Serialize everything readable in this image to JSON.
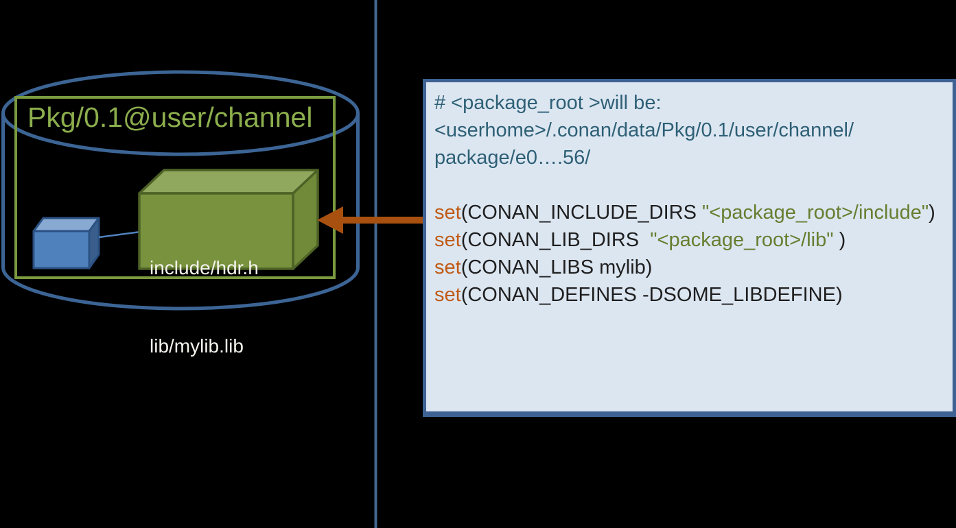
{
  "cylinder": {
    "label": "Pkg/0.1@user/channel"
  },
  "package_box": {
    "line1": "include/hdr.h",
    "line2": "lib/mylib.lib"
  },
  "panel": {
    "comment": [
      "# <package_root >will be:",
      "<userhome>/.conan/data/Pkg/0.1/user/channel/",
      "package/e0….56/"
    ],
    "code": [
      {
        "kw": "set",
        "pre": "(CONAN_INCLUDE_DIRS ",
        "str": "\"<package_root>/include\"",
        "post": ")"
      },
      {
        "kw": "set",
        "pre": "(CONAN_LIB_DIRS  ",
        "str": "\"<package_root>/lib\"",
        "post": " )"
      },
      {
        "kw": "set",
        "pre": "(CONAN_LIBS mylib)",
        "str": "",
        "post": ""
      },
      {
        "kw": "set",
        "pre": "(CONAN_DEFINES -DSOME_LIBDEFINE)",
        "str": "",
        "post": ""
      }
    ]
  },
  "colors": {
    "background": "#000000",
    "cylinder_stroke": "#3c6595",
    "divider_stroke": "#44678f",
    "folder_rect_stroke": "#7a9a3f",
    "title_green": "#8cae4d",
    "green_cube_front": "#79923e",
    "green_cube_top": "#90a75e",
    "green_cube_side": "#708a39",
    "blue_cube_front": "#4f81bd",
    "arrow_orange": "#a8500f",
    "panel_background": "#dce6f1",
    "panel_border": "#3e6294",
    "code_comment": "#2e6076",
    "code_keyword": "#c05a15",
    "code_string": "#687d30",
    "code_plain": "#1f1f1f"
  }
}
